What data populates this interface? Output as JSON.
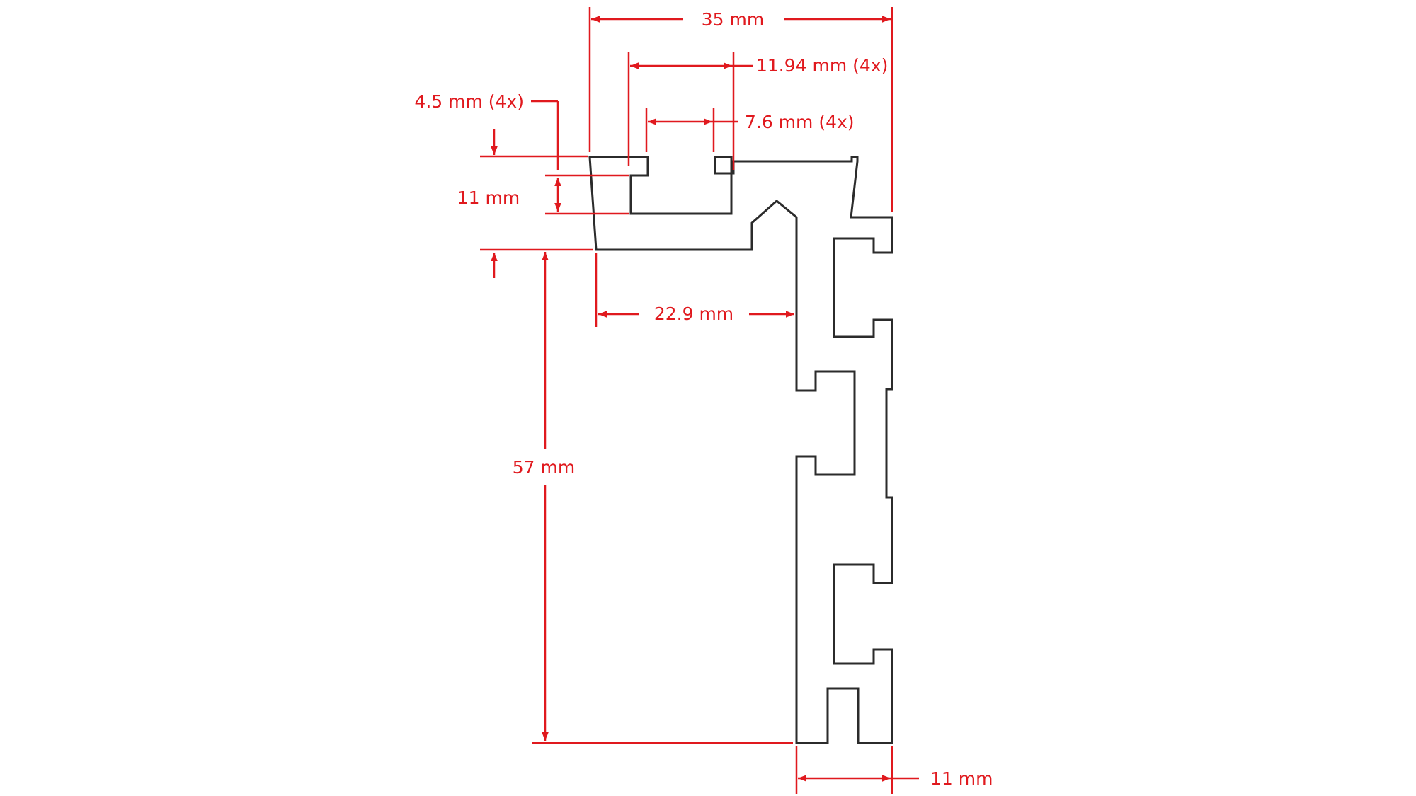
{
  "drawing": {
    "colors": {
      "dimension": "#e0191e",
      "outline": "#2b2b2b",
      "background": "#ffffff"
    },
    "dimensions": {
      "width_overall": "35 mm",
      "slot_width": "11.94 mm (4x)",
      "slot_opening": "7.6 mm (4x)",
      "lip_thickness": "4.5 mm (4x)",
      "slot_depth": "11 mm",
      "channel_width": "22.9 mm",
      "drop_height": "57 mm",
      "stem_width": "11 mm"
    }
  }
}
